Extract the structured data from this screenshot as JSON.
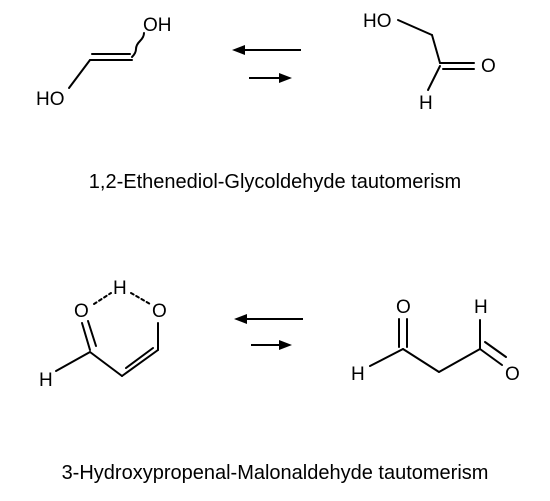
{
  "reactions": [
    {
      "caption": "1,2-Ethenediol-Glycoldehyde tautomerism",
      "left": {
        "labels": [
          "OH",
          "HO"
        ]
      },
      "right": {
        "labels": [
          "HO",
          "O",
          "H"
        ]
      }
    },
    {
      "caption": "3-Hydroxypropenal-Malonaldehyde tautomerism",
      "left": {
        "labels": [
          "O",
          "H",
          "O",
          "H"
        ]
      },
      "right": {
        "labels": [
          "O",
          "H",
          "H",
          "O"
        ]
      }
    }
  ],
  "equilibrium_arrows": 2,
  "colors": {
    "ink": "#000000",
    "background": "#ffffff"
  }
}
